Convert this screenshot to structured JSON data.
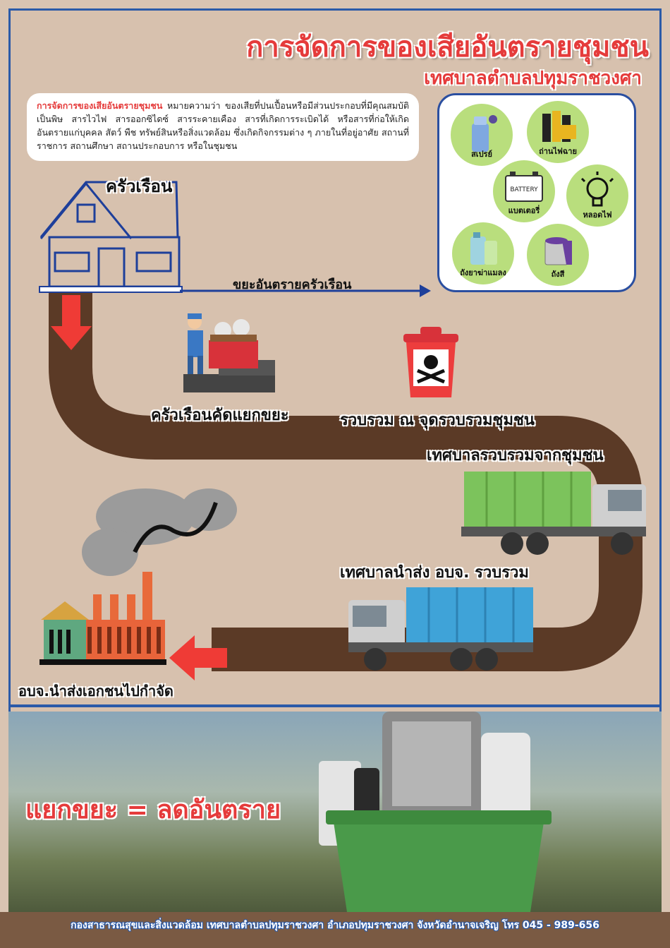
{
  "title": "การจัดการของเสียอันตรายชุมชน",
  "subtitle": "เทศบาลตำบลปทุมราชวงศา",
  "definition": {
    "term": "การจัดการของเสียอันตรายชุมชน",
    "text": " หมายความว่า ของเสียที่ปนเปื้อนหรือมีส่วนประกอบที่มีคุณสมบัติเป็นพิษ สารไวไฟ สารออกซิไดซ์ สารระคายเคือง สารที่เกิดการระเบิดได้ หรือสารที่ก่อให้เกิดอันตรายแก่บุคคล สัตว์ พืช ทรัพย์สินหรือสิ่งแวดล้อม ซึ่งเกิดกิจกรรมต่าง ๆ ภายในที่อยู่อาศัย สถานที่ราชการ สถานศึกษา สถานประกอบการ หรือในชุมชน"
  },
  "hazard_items": [
    {
      "label": "สเปรย์",
      "icon": "spray-can-icon"
    },
    {
      "label": "ถ่านไฟฉาย",
      "icon": "battery-cells-icon"
    },
    {
      "label": "แบตเตอรี่",
      "icon": "car-battery-icon"
    },
    {
      "label": "หลอดไฟ",
      "icon": "light-bulb-icon"
    },
    {
      "label": "ถังยาฆ่าแมลง",
      "icon": "pesticide-bottle-icon"
    },
    {
      "label": "ถังสี",
      "icon": "paint-bucket-icon"
    }
  ],
  "battery_text": "BATTERY",
  "steps": {
    "household": "ครัวเรือน",
    "household_waste": "ขยะอันตรายครัวเรือน",
    "sort": "ครัวเรือนคัดแยกขยะ",
    "collect_point": "รวบรวม ณ จุดรวบรวมชุมชน",
    "municipal_collect": "เทศบาลรวบรวมจากชุมชน",
    "deliver": "เทศบาลนำส่ง อบจ. รวบรวม",
    "dispose": "อบจ.นำส่งเอกชนไปกำจัด"
  },
  "slogan": "แยกขยะ = ลดอันตราย",
  "footer": "กองสาธารณสุขและสิ่งแวดล้อม เทศบาลตำบลปทุมราชวงศา อำเภอปทุมราชวงศา จังหวัดอำนาจเจริญ โทร 045 - 989-656",
  "colors": {
    "accent_red": "#e53b3b",
    "frame_blue": "#2b5aa8",
    "path_brown": "#5b3a26",
    "item_green": "#b9de7d"
  }
}
